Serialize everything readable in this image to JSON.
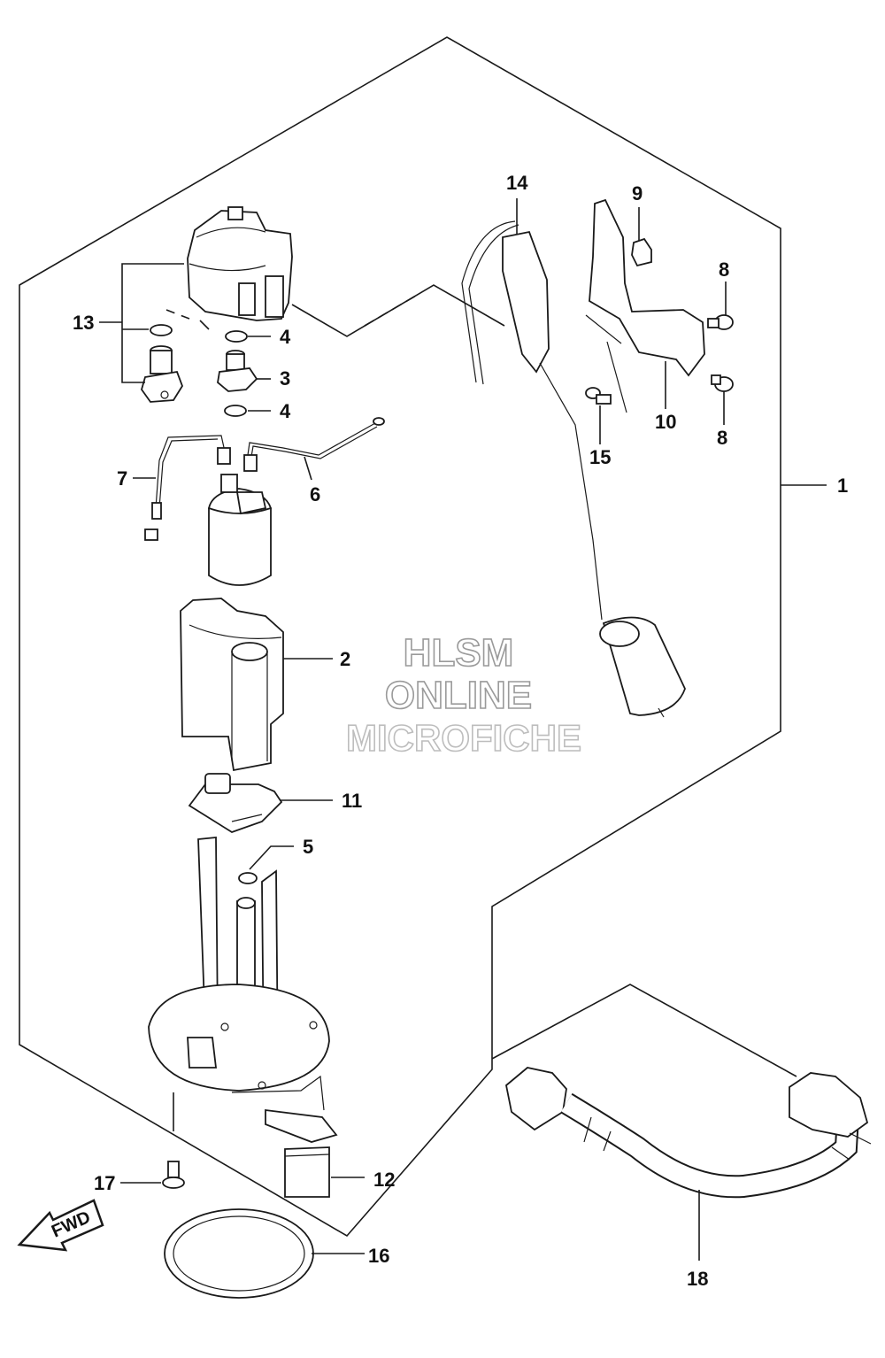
{
  "watermark": {
    "line1": "HLSM",
    "line2": "ONLINE",
    "line3": "MICROFICHE"
  },
  "fwd_label": "FWD",
  "callouts": {
    "c1": "1",
    "c2": "2",
    "c3": "3",
    "c4a": "4",
    "c4b": "4",
    "c5": "5",
    "c6": "6",
    "c7": "7",
    "c8a": "8",
    "c8b": "8",
    "c9": "9",
    "c10": "10",
    "c11": "11",
    "c12": "12",
    "c13": "13",
    "c14": "14",
    "c15": "15",
    "c16": "16",
    "c17": "17",
    "c18": "18"
  }
}
